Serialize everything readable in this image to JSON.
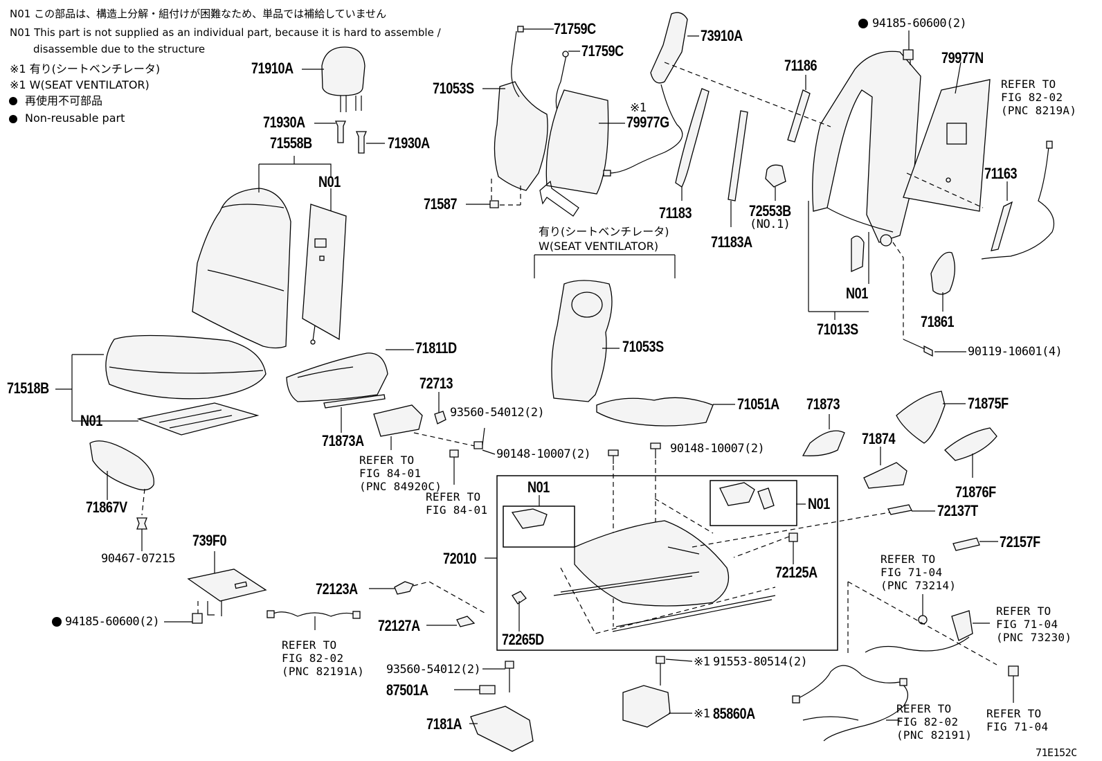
{
  "legend": {
    "line1": "N01 この部品は、構造上分解・組付けが困難なため、単品では補給していません",
    "line2": "N01 This part is not supplied as an individual part, because it is hard to assemble /",
    "line3": "disassemble due to the structure",
    "line4": "※1 有り(シートベンチレータ)",
    "line5": "※1 W(SEAT VENTILATOR)",
    "line6": "再使用不可部品",
    "line7": "Non-reusable part"
  },
  "parts": {
    "p71759C_a": "71759C",
    "p71759C_b": "71759C",
    "p73910A": "73910A",
    "p94185_top": "94185-60600(2)",
    "p71910A": "71910A",
    "p71053S_a": "71053S",
    "p79977G_mark": "※1",
    "p79977G": "79977G",
    "p71186": "71186",
    "p79977N": "79977N",
    "p71930A_a": "71930A",
    "p71930A_b": "71930A",
    "p71558B": "71558B",
    "pN01_back": "N01",
    "p71587": "71587",
    "p71183": "71183",
    "p72553B": "72553B",
    "p72553B_no": "(NO.1)",
    "p71183A": "71183A",
    "p71163": "71163",
    "vent_jp": "有り(シートベンチレータ)",
    "vent_en": "W(SEAT VENTILATOR)",
    "pN01_frame": "N01",
    "p71013S": "71013S",
    "p71861": "71861",
    "p71053S_b": "71053S",
    "p90119": "90119-10601(4)",
    "p71811D": "71811D",
    "p71518B": "71518B",
    "pN01_cush": "N01",
    "p72713": "72713",
    "p93560_a": "93560-54012(2)",
    "p71051A": "71051A",
    "p71873": "71873",
    "p71875F": "71875F",
    "p71873A": "71873A",
    "p90148_a": "90148-10007(2)",
    "p90148_b": "90148-10007(2)",
    "p71874": "71874",
    "p71876F": "71876F",
    "pN01_motorL": "N01",
    "pN01_motorR": "N01",
    "p72137T": "72137T",
    "p71867V": "71867V",
    "p72157F": "72157F",
    "p90467": "90467-07215",
    "p739F0": "739F0",
    "p72010": "72010",
    "p72125A": "72125A",
    "p72123A": "72123A",
    "p94185_bot": "94185-60600(2)",
    "p72127A": "72127A",
    "p72265D": "72265D",
    "p93560_b": "93560-54012(2)",
    "p91553_mark": "※1",
    "p91553": "91553-80514(2)",
    "p87501A": "87501A",
    "p85860A_mark": "※1",
    "p85860A": "85860A",
    "p7181A": "7181A"
  },
  "refs": {
    "r8202_top": [
      "REFER TO",
      "FIG 82-02",
      "(PNC 8219A)"
    ],
    "r8401_a": [
      "REFER TO",
      "FIG 84-01",
      "(PNC 84920C)"
    ],
    "r8401_b": [
      "REFER TO",
      "FIG 84-01"
    ],
    "r7104_a": [
      "REFER TO",
      "FIG 71-04",
      "(PNC 73214)"
    ],
    "r7104_b": [
      "REFER TO",
      "FIG 71-04",
      "(PNC 73230)"
    ],
    "r8202_bl": [
      "REFER TO",
      "FIG 82-02",
      "(PNC 82191A)"
    ],
    "r8202_br": [
      "REFER TO",
      "FIG 82-02",
      "(PNC 82191)"
    ],
    "r7104_c": [
      "REFER TO",
      "FIG 71-04"
    ]
  },
  "figure_code": "71E152C"
}
